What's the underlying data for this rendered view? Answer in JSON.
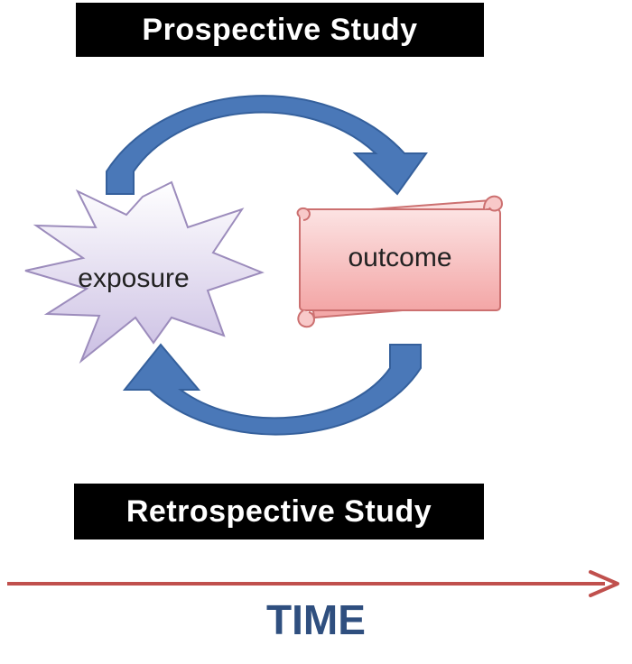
{
  "diagram": {
    "prospective_label": "Prospective Study",
    "retrospective_label": "Retrospective Study",
    "exposure_label": "exposure",
    "outcome_label": "outcome",
    "time_label": "TIME"
  },
  "colors": {
    "arrow_blue": "#4a78b8",
    "arrow_blue_dark": "#35609c",
    "banner_bg": "#000000",
    "banner_text": "#ffffff",
    "burst_fill": "#ddd4ec",
    "burst_stroke": "#9c8cbc",
    "scroll_fill": "#f5b6b6",
    "scroll_stroke": "#cc7070",
    "time_arrow": "#c0504d",
    "time_text": "#2f4f7f"
  },
  "icons": {
    "prospective_arrow": "curved-arrow-clockwise-top",
    "retrospective_arrow": "curved-arrow-back-bottom",
    "exposure_shape": "starburst",
    "outcome_shape": "scroll",
    "time_arrow": "arrow-right"
  }
}
